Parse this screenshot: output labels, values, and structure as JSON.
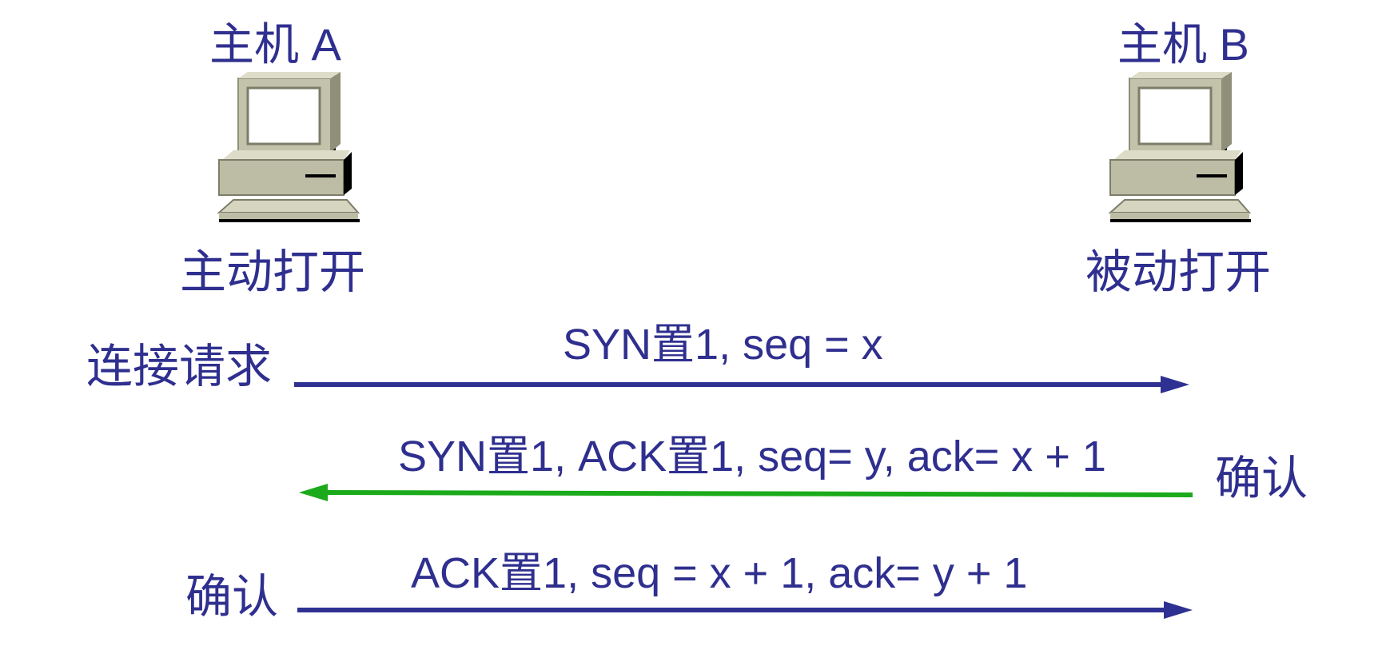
{
  "hosts": {
    "a": {
      "title": "主机 A",
      "caption": "主动打开"
    },
    "b": {
      "title": "主机 B",
      "caption": "被动打开"
    }
  },
  "messages": [
    {
      "side_label": "连接请求",
      "label": "SYN置1, seq = x",
      "direction": "A-to-B",
      "color": "#2e3192"
    },
    {
      "side_label": "确认",
      "label": "SYN置1, ACK置1, seq= y, ack= x + 1",
      "direction": "B-to-A",
      "color": "#1aaa1a"
    },
    {
      "side_label": "确认",
      "label": "ACK置1, seq = x + 1, ack= y + 1",
      "direction": "A-to-B",
      "color": "#2e3192"
    }
  ],
  "colors": {
    "text": "#2f2f8f",
    "computer_body": "#bdbda6",
    "computer_shadow": "#000000"
  },
  "icons": [
    "computer-icon"
  ]
}
